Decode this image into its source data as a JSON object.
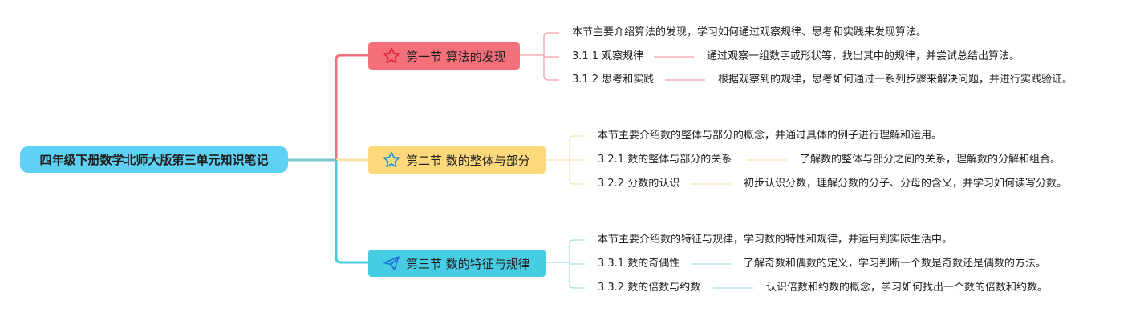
{
  "root": {
    "title": "四年级下册数学北师大版第三单元知识笔记"
  },
  "colors": {
    "root": "#5ed0f3",
    "section1": "#f3707b",
    "section2": "#fdd97c",
    "section3": "#47cde3",
    "link1": "#f3707b",
    "link2": "#fbe3a6",
    "link3": "#47cde3"
  },
  "sections": [
    {
      "title": "第一节 算法的发现",
      "icon": "star-outline-icon",
      "intro": "本节主要介绍算法的发现，学习如何通过观察规律、思考和实践来发现算法。",
      "items": [
        {
          "label": "3.1.1 观察规律",
          "desc": "通过观察一组数字或形状等，找出其中的规律，并尝试总结出算法。"
        },
        {
          "label": "3.1.2 思考和实践",
          "desc": "根据观察到的规律，思考如何通过一系列步骤来解决问题，并进行实践验证。"
        }
      ]
    },
    {
      "title": "第二节 数的整体与部分",
      "icon": "star-outline-icon",
      "intro": "本节主要介绍数的整体与部分的概念，并通过具体的例子进行理解和运用。",
      "items": [
        {
          "label": "3.2.1 数的整体与部分的关系",
          "desc": "了解数的整体与部分之间的关系，理解数的分解和组合。"
        },
        {
          "label": "3.2.2 分数的认识",
          "desc": "初步认识分数，理解分数的分子、分母的含义，并学习如何读写分数。"
        }
      ]
    },
    {
      "title": "第三节 数的特征与规律",
      "icon": "paper-plane-icon",
      "intro": "本节主要介绍数的特征与规律，学习数的特性和规律，并运用到实际生活中。",
      "items": [
        {
          "label": "3.3.1 数的奇偶性",
          "desc": "了解奇数和偶数的定义，学习判断一个数是奇数还是偶数的方法。"
        },
        {
          "label": "3.3.2 数的倍数与约数",
          "desc": "认识倍数和约数的概念，学习如何找出一个数的倍数和约数。"
        }
      ]
    }
  ]
}
